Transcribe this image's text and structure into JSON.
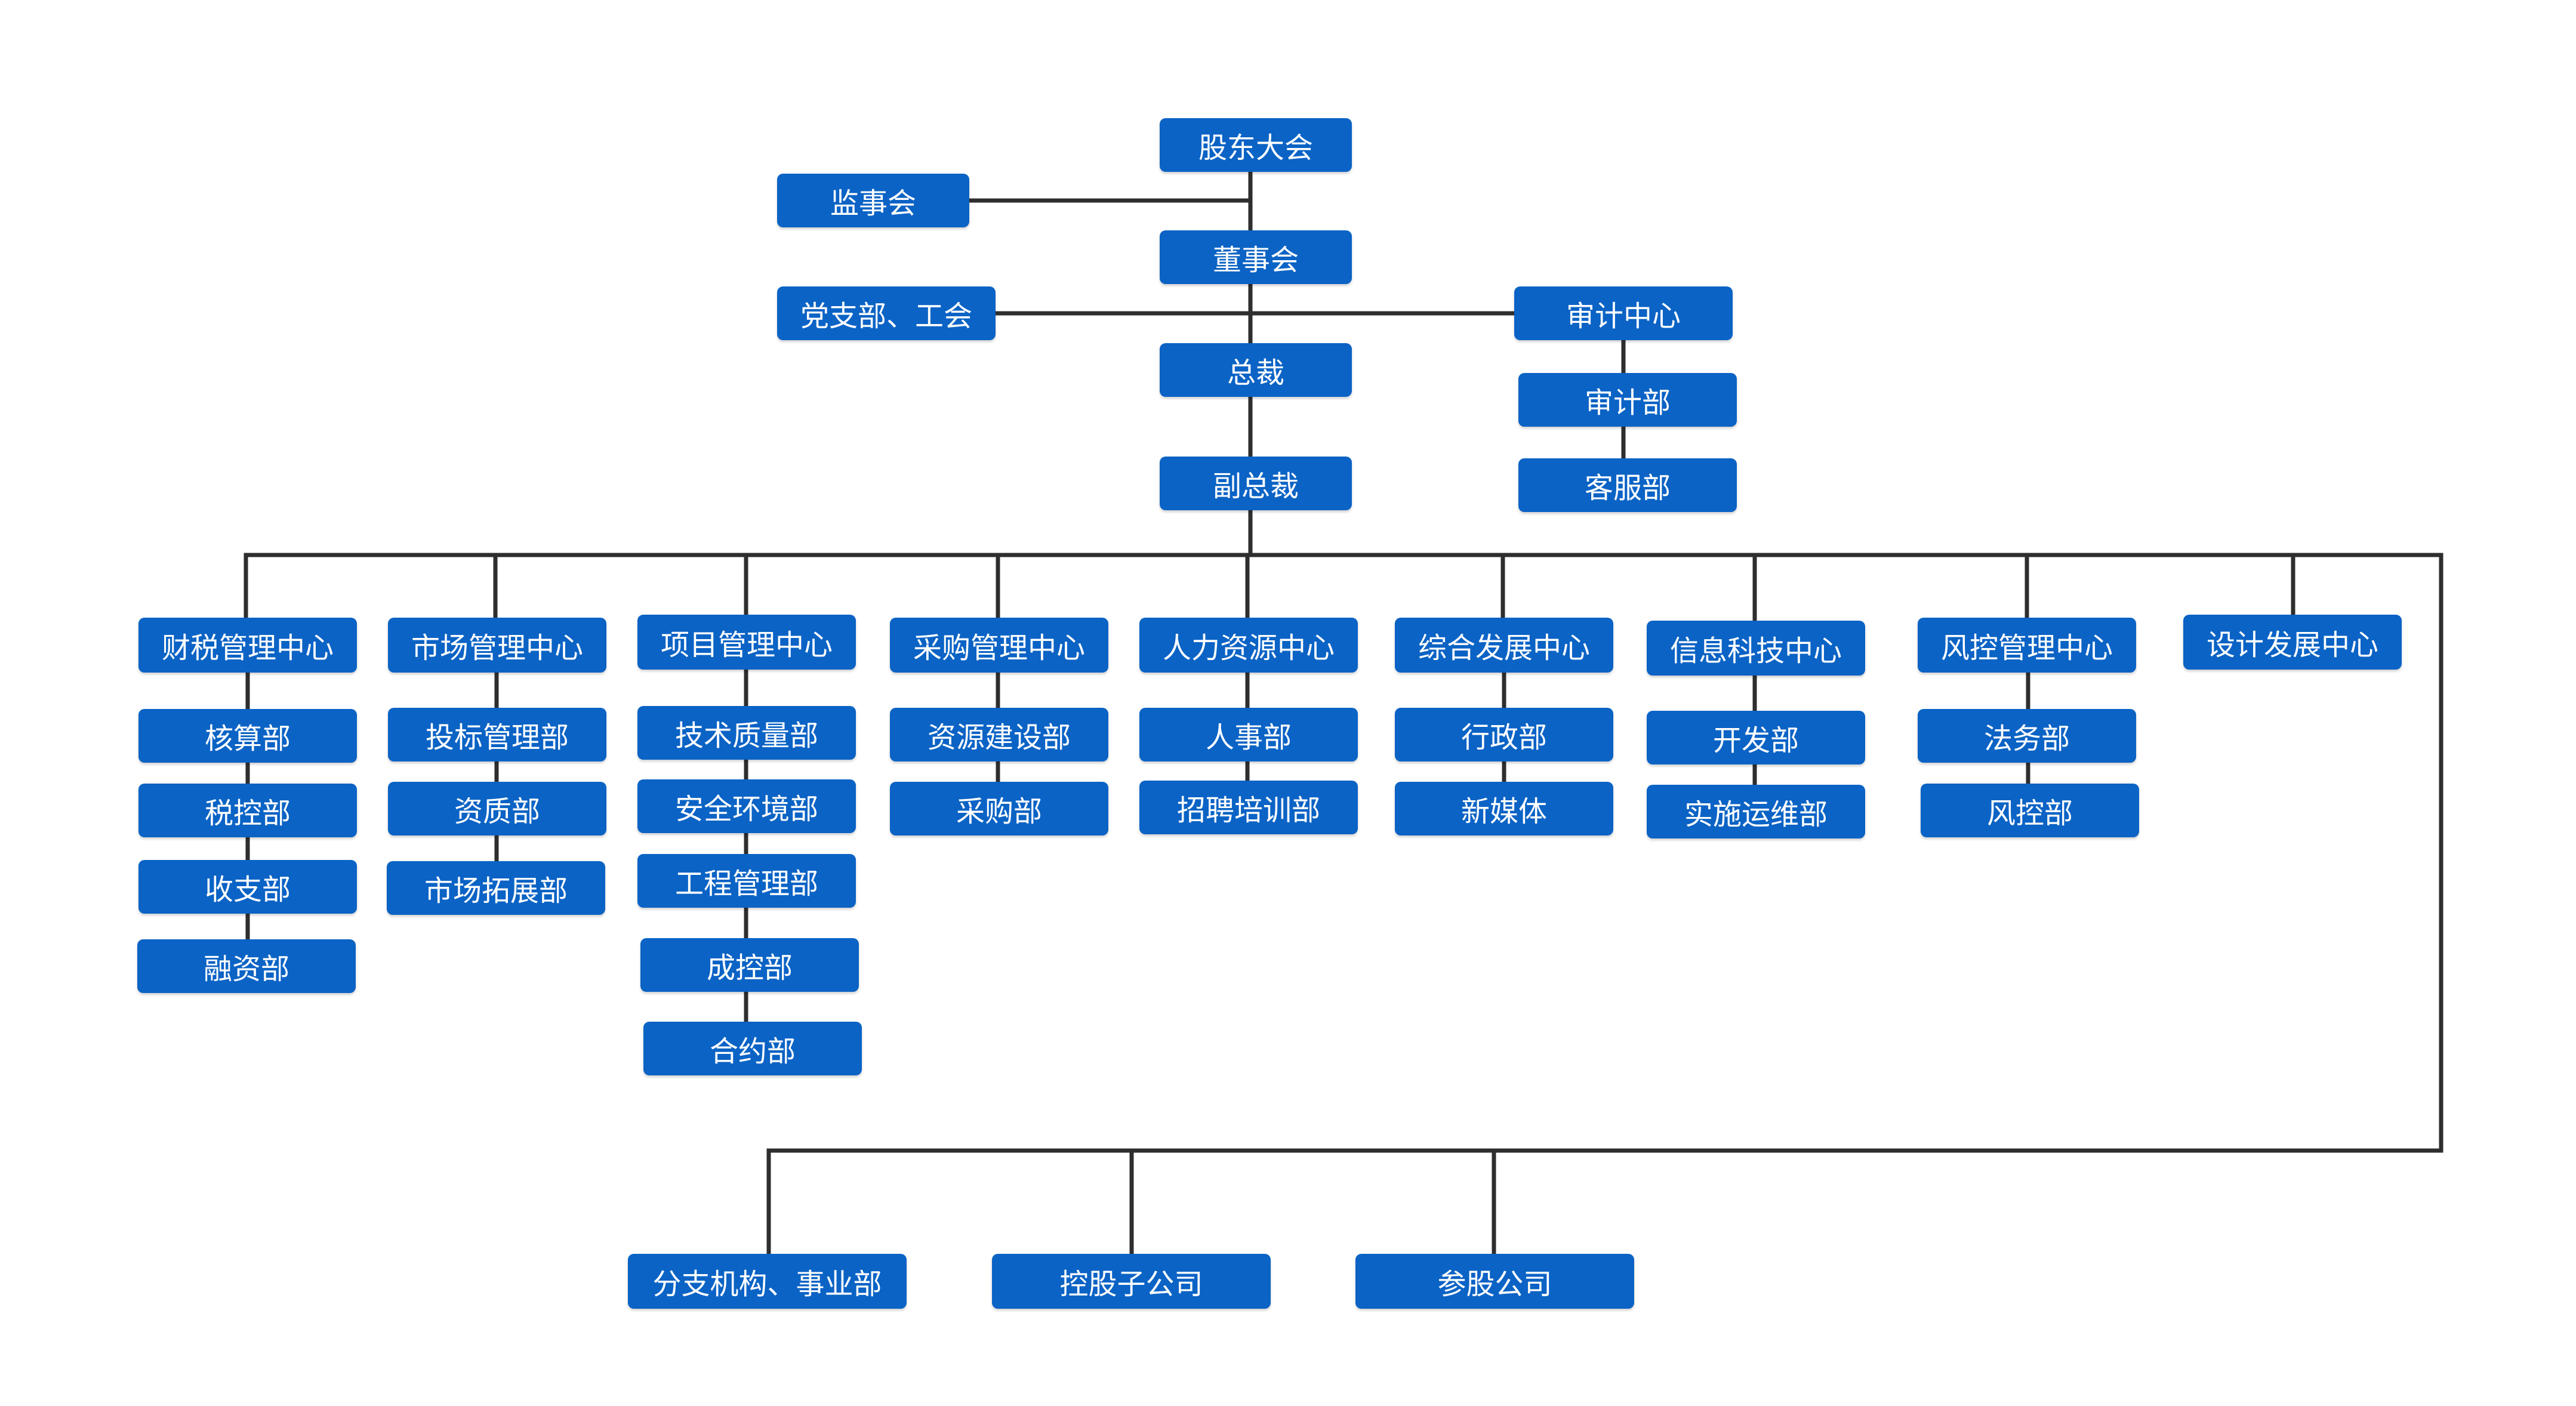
{
  "colors": {
    "node_fill": "#0b63c5",
    "node_text": "#ffffff",
    "connector": "#2e2e2e",
    "background": "#ffffff"
  },
  "nodes": {
    "gudong_dahui": "股东大会",
    "jianshihui": "监事会",
    "dongshihui": "董事会",
    "dangzhibu_gonghui": "党支部、工会",
    "shenji_zhongxin": "审计中心",
    "shenji_bu": "审计部",
    "kefu_bu": "客服部",
    "zongcai": "总裁",
    "fu_zongcai": "副总裁",
    "centers": [
      {
        "name": "财税管理中心",
        "departments": [
          "核算部",
          "税控部",
          "收支部",
          "融资部"
        ]
      },
      {
        "name": "市场管理中心",
        "departments": [
          "投标管理部",
          "资质部",
          "市场拓展部"
        ]
      },
      {
        "name": "项目管理中心",
        "departments": [
          "技术质量部",
          "安全环境部",
          "工程管理部",
          "成控部",
          "合约部"
        ]
      },
      {
        "name": "采购管理中心",
        "departments": [
          "资源建设部",
          "采购部"
        ]
      },
      {
        "name": "人力资源中心",
        "departments": [
          "人事部",
          "招聘培训部"
        ]
      },
      {
        "name": "综合发展中心",
        "departments": [
          "行政部",
          "新媒体"
        ]
      },
      {
        "name": "信息科技中心",
        "departments": [
          "开发部",
          "实施运维部"
        ]
      },
      {
        "name": "风控管理中心",
        "departments": [
          "法务部",
          "风控部"
        ]
      },
      {
        "name": "设计发展中心",
        "departments": []
      }
    ],
    "bottom": [
      "分支机构、事业部",
      "控股子公司",
      "参股公司"
    ]
  }
}
